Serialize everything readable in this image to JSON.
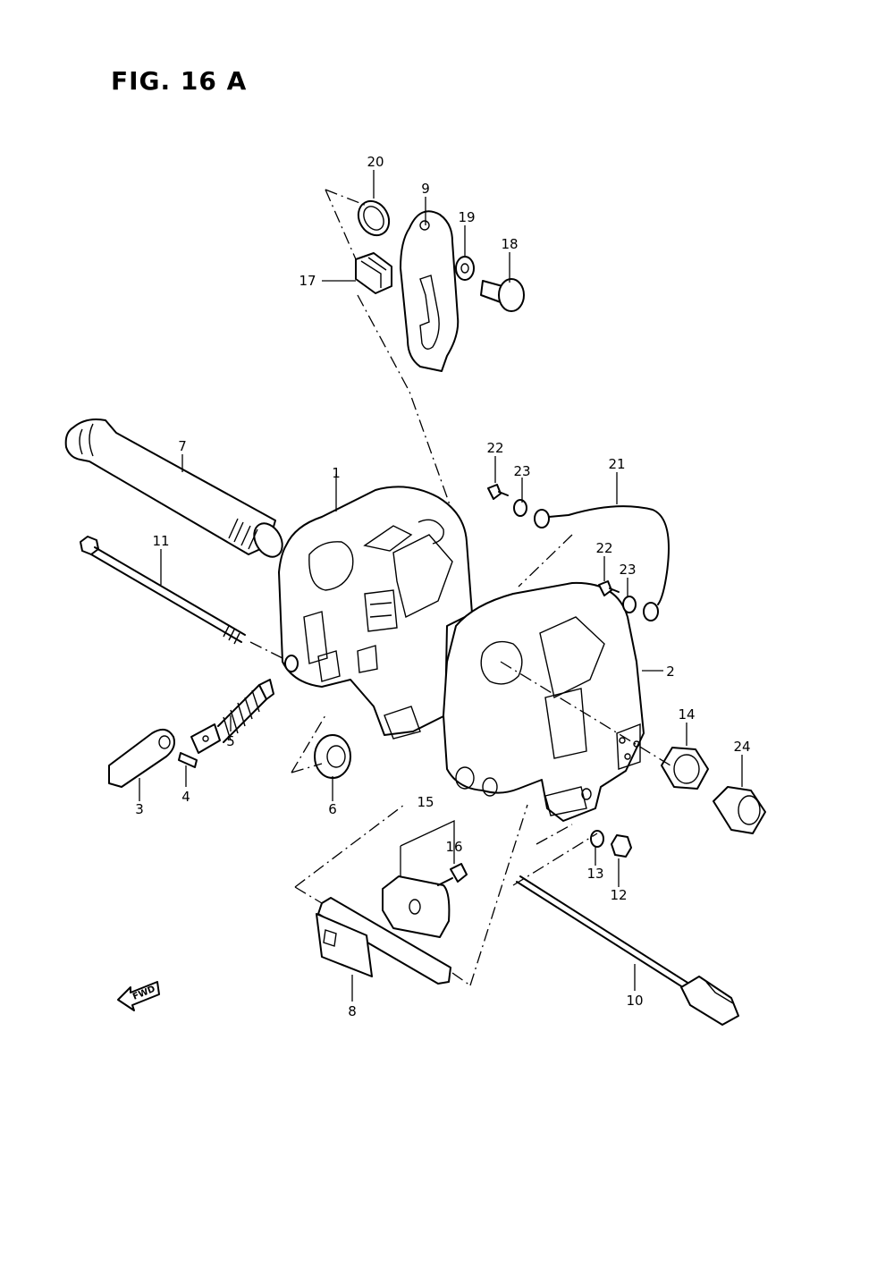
{
  "figure": {
    "title": "FIG. 16 A"
  },
  "callouts": {
    "p1": "1",
    "p2": "2",
    "p3": "3",
    "p4": "4",
    "p5": "5",
    "p6": "6",
    "p7": "7",
    "p8": "8",
    "p9": "9",
    "p10": "10",
    "p11": "11",
    "p12": "12",
    "p13": "13",
    "p14": "14",
    "p15": "15",
    "p16": "16",
    "p17": "17",
    "p18": "18",
    "p19": "19",
    "p20": "20",
    "p21": "21",
    "p22a": "22",
    "p22b": "22",
    "p23a": "23",
    "p23b": "23",
    "p24": "24"
  },
  "forward_marker": {
    "label": "FWD",
    "icon": "forward-arrow-icon"
  }
}
